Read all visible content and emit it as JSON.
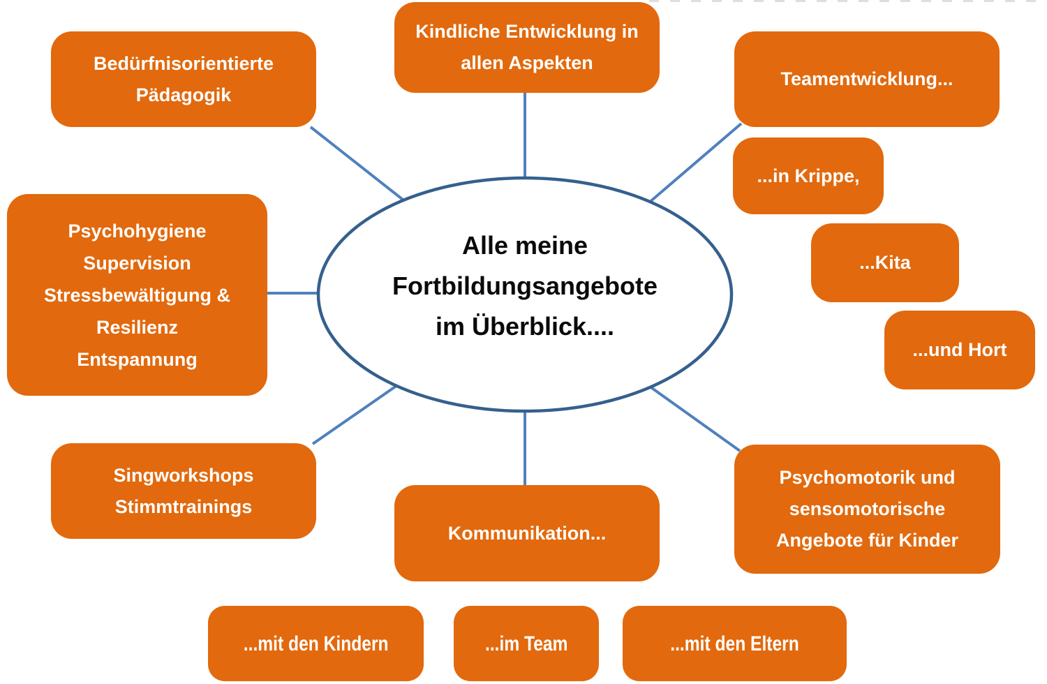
{
  "diagram": {
    "center": {
      "lines": [
        "Alle meine",
        "Fortbildungsangebote",
        "im Überblick...."
      ]
    },
    "nodes": {
      "beduerfnis": {
        "lines": [
          "Bedürfnisorientierte",
          "Pädagogik"
        ]
      },
      "kindliche": {
        "lines": [
          "Kindliche Entwicklung in",
          "allen Aspekten"
        ]
      },
      "teamentwicklung": {
        "lines": [
          "Teamentwicklung..."
        ]
      },
      "krippe": {
        "lines": [
          "...in Krippe,"
        ]
      },
      "kita": {
        "lines": [
          "...Kita"
        ]
      },
      "hort": {
        "lines": [
          "...und Hort"
        ]
      },
      "psychohygiene": {
        "lines": [
          "Psychohygiene",
          "Supervision",
          "Stressbewältigung &",
          "Resilienz",
          "Entspannung"
        ]
      },
      "singworkshops": {
        "lines": [
          "Singworkshops",
          "Stimmtrainings"
        ]
      },
      "kommunikation": {
        "lines": [
          "Kommunikation..."
        ]
      },
      "psychomotorik": {
        "lines": [
          "Psychomotorik und",
          "sensomotorische",
          "Angebote für Kinder"
        ]
      },
      "mit_den_kindern": {
        "lines": [
          "...mit den Kindern"
        ]
      },
      "im_team": {
        "lines": [
          "...im Team"
        ]
      },
      "mit_den_eltern": {
        "lines": [
          "...mit den Eltern"
        ]
      }
    },
    "colors": {
      "node_fill": "#E2690D",
      "node_text": "#FFFFFF",
      "connector": "#4F81BD",
      "ellipse_stroke": "#35608D",
      "ellipse_fill": "#FFFFFF",
      "center_text": "#000000"
    }
  }
}
